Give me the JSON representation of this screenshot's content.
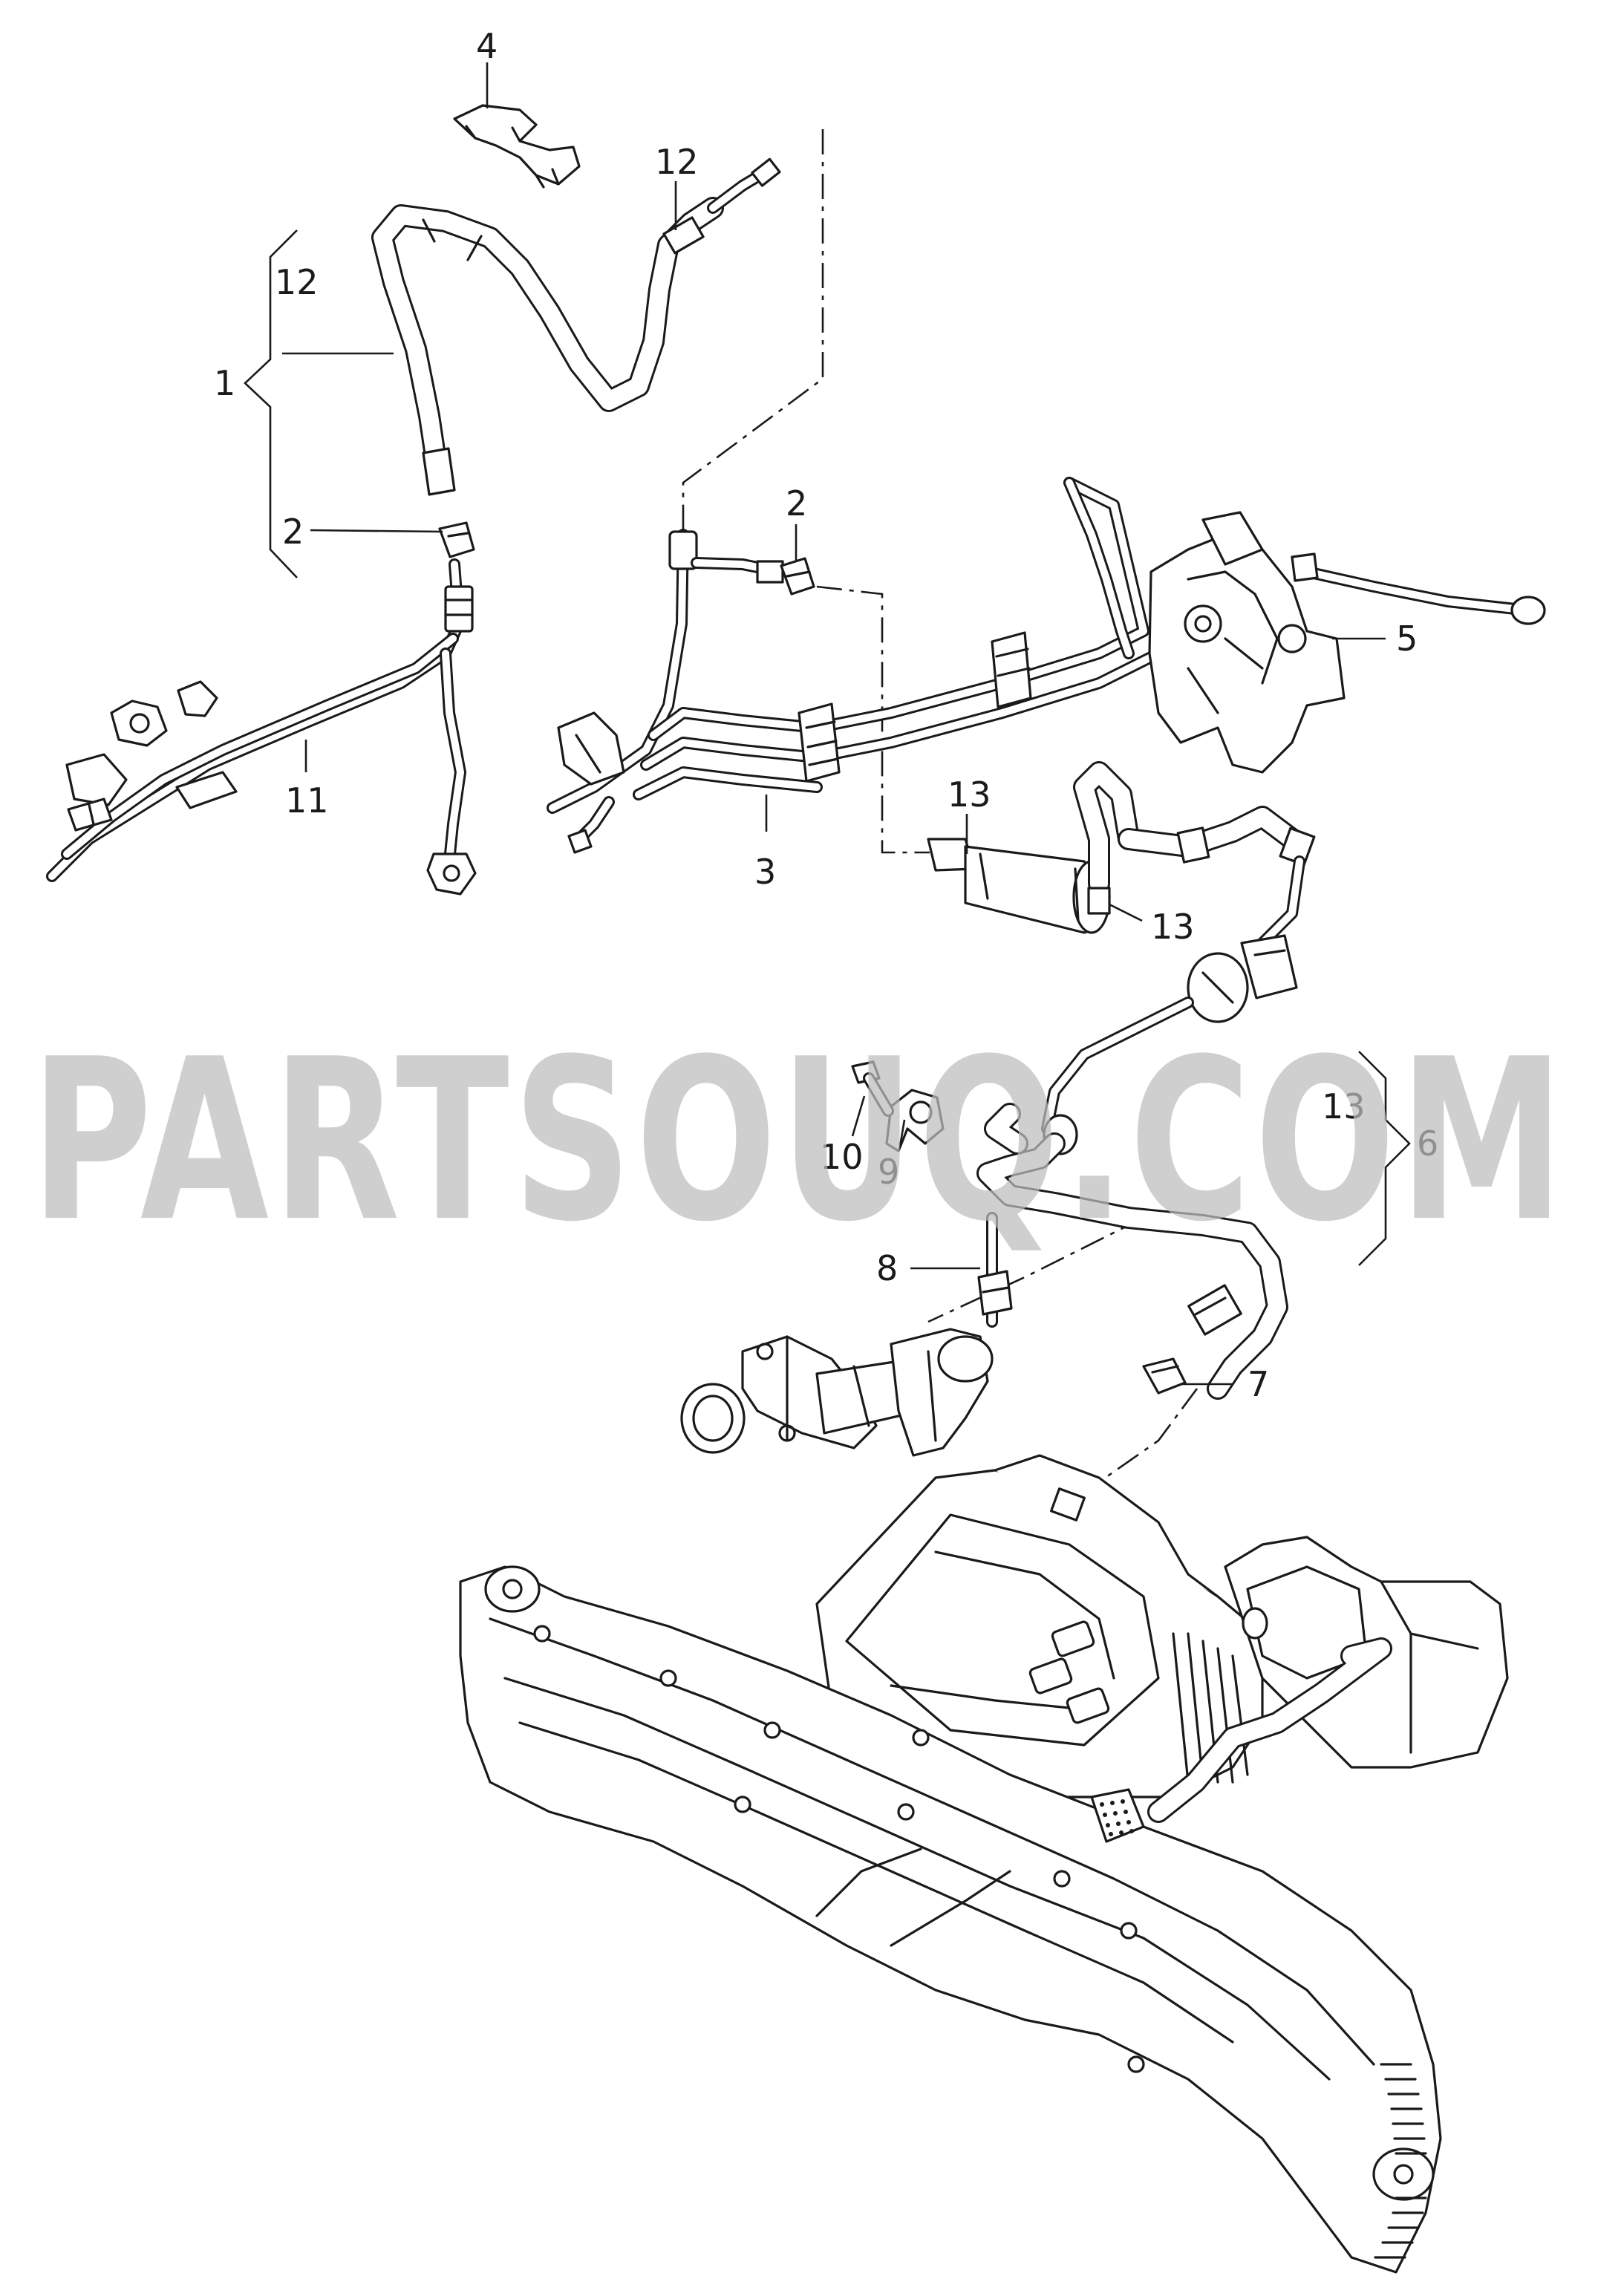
{
  "callouts": {
    "c1": "1",
    "c2a": "2",
    "c2b": "2",
    "c3": "3",
    "c4": "4",
    "c5": "5",
    "c6": "6",
    "c7": "7",
    "c8": "8",
    "c9": "9",
    "c10": "10",
    "c11": "11",
    "c12a": "12",
    "c12b": "12",
    "c13a": "13",
    "c13b": "13",
    "c13c": "13"
  },
  "watermark": "PARTSOUQ.COM"
}
